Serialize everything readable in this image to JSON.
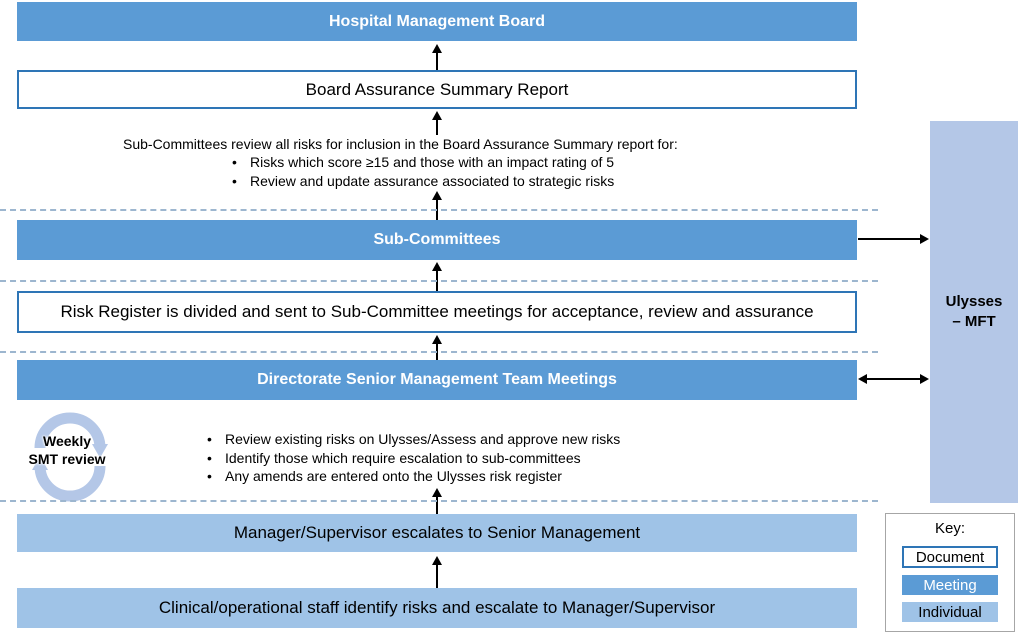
{
  "palette": {
    "meeting_blue": "#5b9bd5",
    "individual_blue": "#9fc3e7",
    "ulysses_blue": "#b4c7e7",
    "document_border_blue": "#2e75b6",
    "dashed_line": "#9db6cf",
    "key_border": "#a6a6a6",
    "arrow": "#000000"
  },
  "nodes": {
    "hospital_board": "Hospital Management Board",
    "board_assurance_report": "Board Assurance Summary Report",
    "sub_committees": "Sub-Committees",
    "risk_register": "Risk Register is divided and sent to Sub-Committee meetings for acceptance, review and assurance",
    "directorate_smt": "Directorate Senior Management Team Meetings",
    "manager_escalation": "Manager/Supervisor escalates to Senior Management",
    "clinical_staff": "Clinical/operational staff identify risks and escalate to Manager/Supervisor",
    "ulysses_line1": "Ulysses",
    "ulysses_line2": "– MFT"
  },
  "sub_committee_note": {
    "intro": "Sub-Committees review all risks for inclusion in the Board Assurance Summary report for:",
    "bullets": [
      "Risks which score ≥15 and those with an impact rating of 5",
      "Review and update assurance associated to strategic risks"
    ]
  },
  "smt_note": {
    "cycle_label_line1": "Weekly",
    "cycle_label_line2": "SMT review",
    "bullets": [
      "Review existing risks on Ulysses/Assess and approve new risks",
      "Identify those which require escalation to sub-committees",
      "Any amends are entered onto the Ulysses risk register"
    ]
  },
  "key": {
    "title": "Key:",
    "items": [
      {
        "label": "Document"
      },
      {
        "label": "Meeting"
      },
      {
        "label": "Individual"
      }
    ]
  }
}
